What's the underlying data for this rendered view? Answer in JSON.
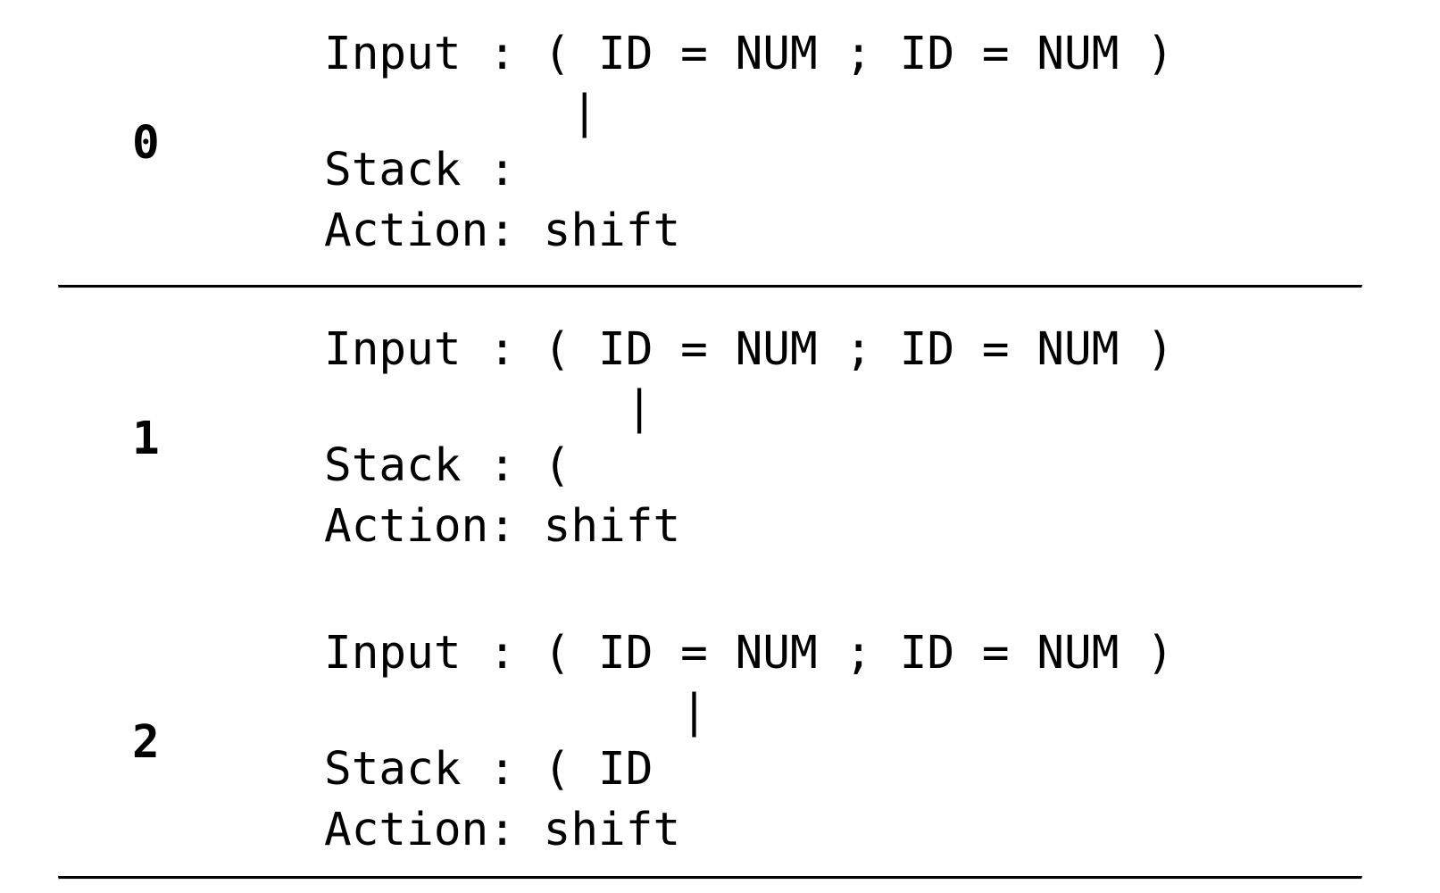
{
  "document": {
    "kind": "parser-trace-table",
    "font_style": "monospace",
    "background_color": "#ffffff",
    "text_color": "#000000",
    "divider_color": "#000000"
  },
  "labels": {
    "input_label": "Input : ",
    "stack_label": "Stack : ",
    "action_label": "Action: ",
    "cursor_glyph": "|"
  },
  "steps": [
    {
      "index": "0",
      "input_line": "Input : ( ID = NUM ; ID = NUM )",
      "cursor_line": "         |",
      "stack_line": "Stack : ",
      "action_line": "Action: shift",
      "input_string": "( ID = NUM ; ID = NUM )",
      "stack_contents": "",
      "action": "shift",
      "cursor_column": 9
    },
    {
      "index": "1",
      "input_line": "Input : ( ID = NUM ; ID = NUM )",
      "cursor_line": "           |",
      "stack_line": "Stack : (",
      "action_line": "Action: shift",
      "input_string": "( ID = NUM ; ID = NUM )",
      "stack_contents": "(",
      "action": "shift",
      "cursor_column": 11
    },
    {
      "index": "2",
      "input_line": "Input : ( ID = NUM ; ID = NUM )",
      "cursor_line": "             |",
      "stack_line": "Stack : ( ID",
      "action_line": "Action: shift",
      "input_string": "( ID = NUM ; ID = NUM )",
      "stack_contents": "( ID",
      "action": "shift",
      "cursor_column": 13
    }
  ]
}
